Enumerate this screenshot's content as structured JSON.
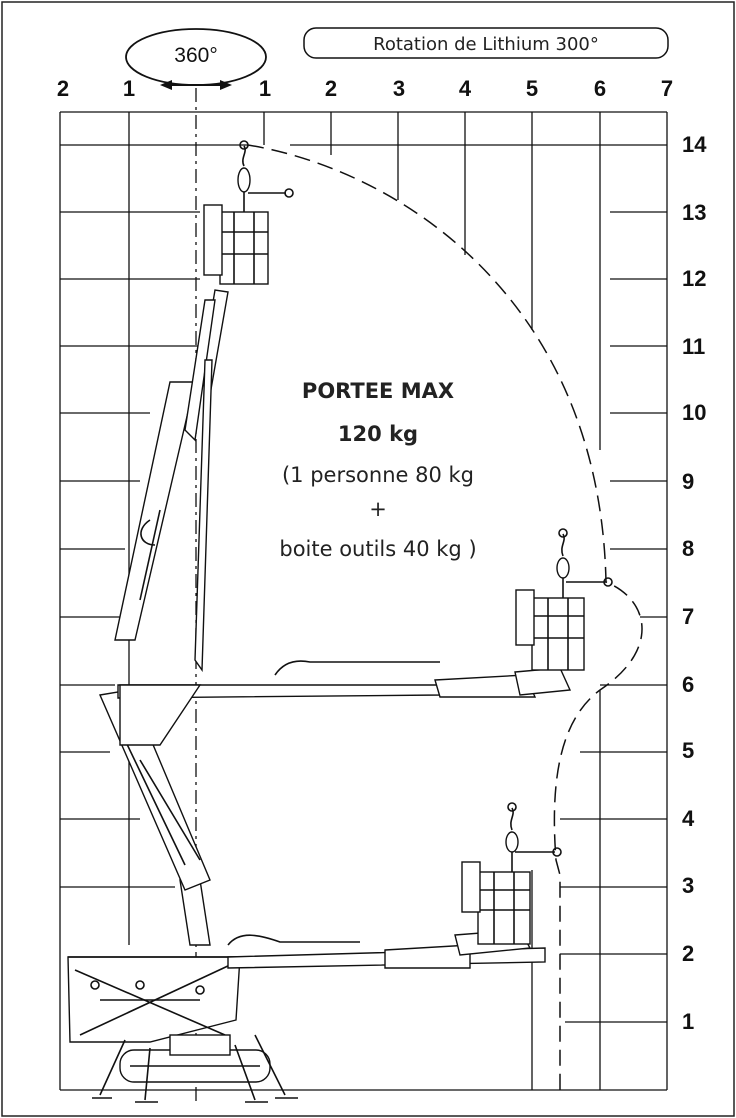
{
  "header": {
    "rotation_base": "360°",
    "rotation_badge": "Rotation de Lithium 300°"
  },
  "axes": {
    "horizontal_top": [
      "2",
      "1",
      "1",
      "2",
      "3",
      "4",
      "5",
      "6",
      "7"
    ],
    "vertical_right": [
      "14",
      "13",
      "12",
      "11",
      "10",
      "9",
      "8",
      "7",
      "6",
      "5",
      "4",
      "3",
      "2",
      "1"
    ]
  },
  "reach_label": {
    "line1": "PORTEE MAX",
    "line2": "120 kg",
    "line3": "(1 personne 80 kg",
    "line4": "+",
    "line5": "boite outils 40 kg )"
  },
  "icons": [
    "rotation-ellipse",
    "arrow-left-icon",
    "arrow-right-icon"
  ]
}
